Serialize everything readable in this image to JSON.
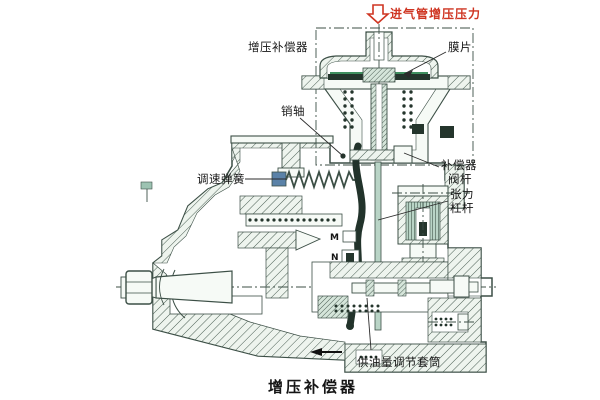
{
  "figure": {
    "title_bottom": "增压补偿器",
    "colors": {
      "line": "#3c4f46",
      "fill_light": "#f6faf6",
      "fill_mid": "#cfe0d4",
      "fill_dark": "#24352c",
      "accent_red": "#cf3522",
      "accent_green": "#3f8f5f",
      "accent_blue": "#5b82a8",
      "background": "#ffffff"
    }
  },
  "labels": {
    "intake_pressure": "进气管增压压力",
    "compensator_top": "增压补偿器",
    "diaphragm": "膜片",
    "pin_shaft": "销轴",
    "governor_spring": "调速弹簧",
    "compensator_valve_stem_line1": "补偿器",
    "compensator_valve_stem_line2": "阀杆",
    "tension_lever_line1": "张力",
    "tension_lever_line2": "杠杆",
    "fuel_adjust_sleeve": "供油量调节套筒",
    "title_bottom": "增压补偿器",
    "marker_m": "M",
    "marker_n": "N"
  }
}
